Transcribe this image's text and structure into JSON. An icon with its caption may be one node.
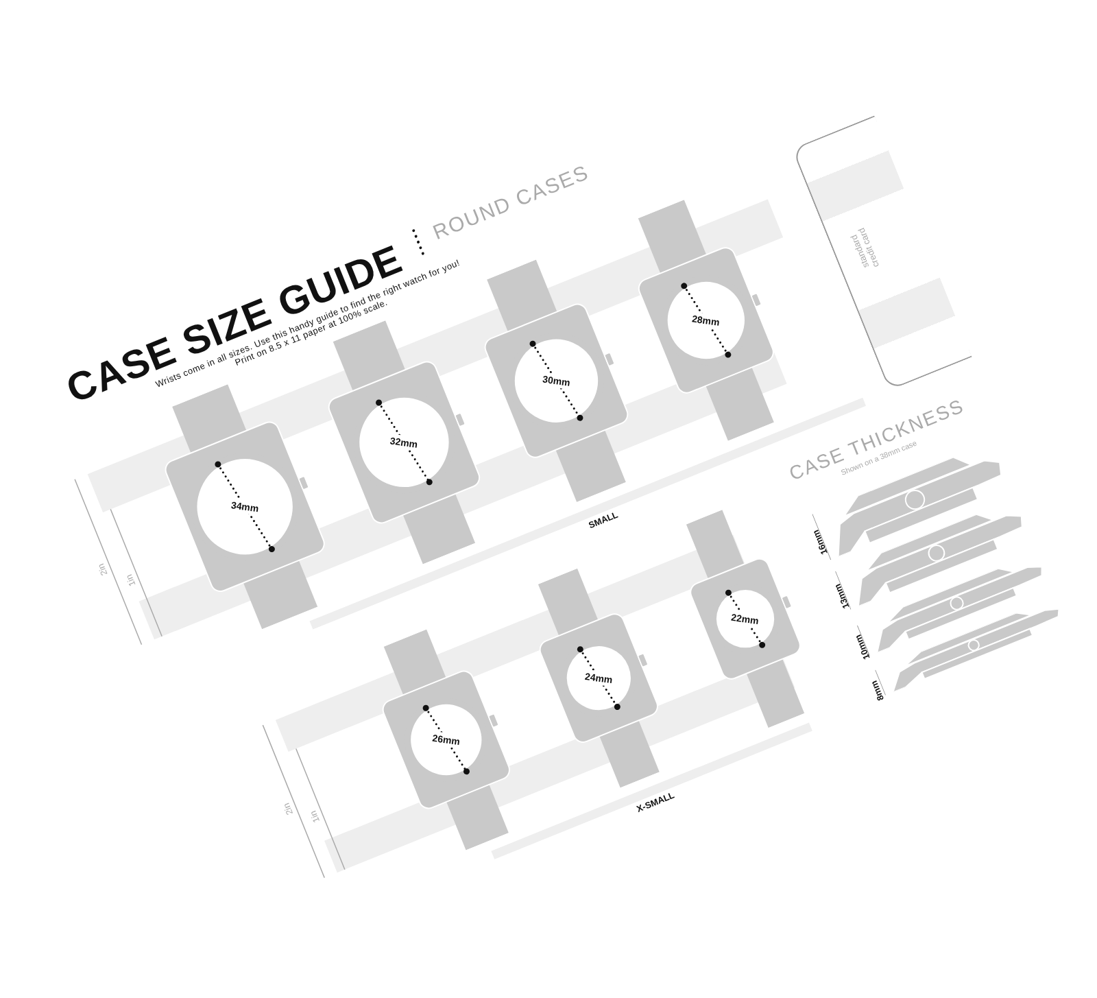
{
  "diagram": {
    "title": "CASE SIZE GUIDE",
    "nodes": [
      {
        "text": [
          "34mm"
        ]
      },
      {
        "text": [
          "32mm"
        ]
      },
      {
        "text": [
          "30mm"
        ]
      },
      {
        "text": [
          "28mm"
        ]
      },
      {
        "text": [
          "26mm"
        ]
      },
      {
        "text": [
          "24mm"
        ]
      },
      {
        "text": [
          "22mm"
        ]
      },
      {
        "text": [
          "standard credit card"
        ]
      }
    ],
    "labels": [
      "ROUND CASES",
      "Wrists come in all sizes. Use this handy guide to find the right watch for you! Print on 8.5 x 11 paper at 100% scale.",
      "2in",
      "1in",
      "SMALL",
      "2in",
      "1in",
      "X-SMALL",
      "CASE THICKNESS",
      "Shown on a 38mm case",
      "16mm",
      "13mm",
      "10mm",
      "8mm"
    ]
  }
}
